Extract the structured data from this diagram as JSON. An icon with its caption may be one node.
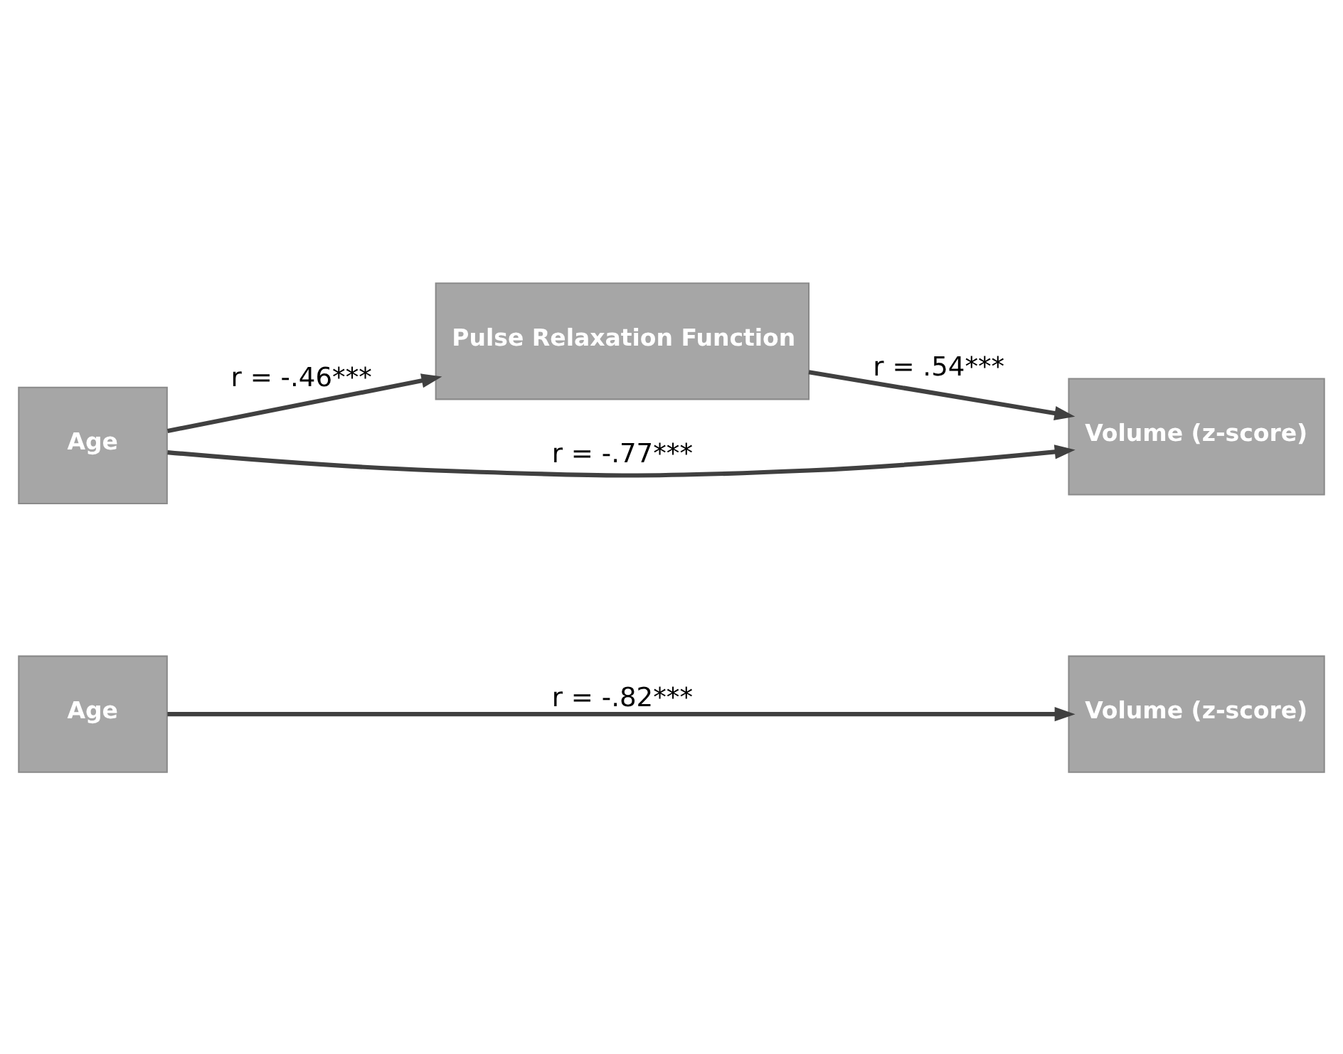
{
  "diagram": {
    "nodes": [
      {
        "text": [
          "Age"
        ]
      },
      {
        "text": [
          "Volume (z-score)"
        ]
      },
      {
        "text": [
          "Pulse Relaxation Function"
        ]
      },
      {
        "text": [
          "Age"
        ]
      },
      {
        "text": [
          "Volume (z-score)"
        ]
      }
    ],
    "edges": [
      {
        "from": 0,
        "to": 1,
        "arrow": "to",
        "label": "r = -.82***"
      },
      {
        "from": 3,
        "to": 2,
        "arrow": "to",
        "label": "r = -.46***"
      },
      {
        "from": 2,
        "to": 4,
        "arrow": "to",
        "label": "r = .54***"
      },
      {
        "from": 3,
        "to": 4,
        "arrow": "to",
        "label": "r = -.77***"
      }
    ]
  }
}
